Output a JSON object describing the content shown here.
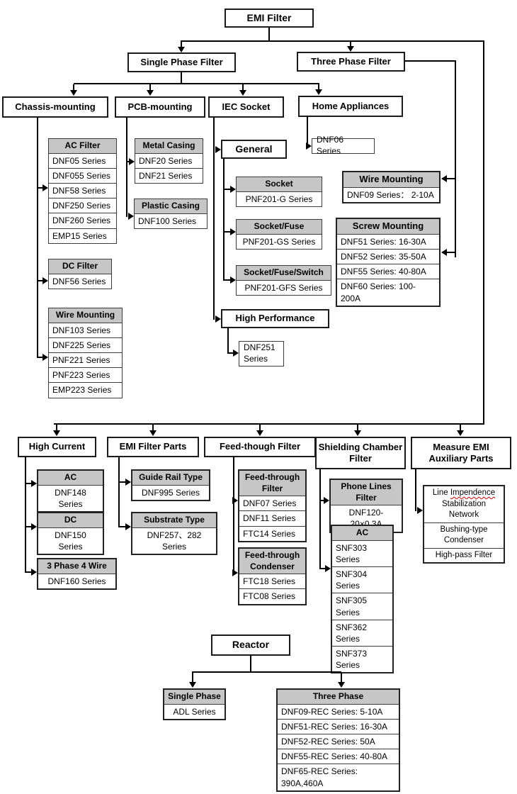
{
  "title": "EMI Filter",
  "level2": {
    "single_phase": "Single Phase Filter",
    "three_phase": "Three Phase Filter"
  },
  "level3": {
    "chassis": "Chassis-mounting",
    "pcb": "PCB-mounting",
    "iec": "IEC Socket",
    "home": "Home Appliances"
  },
  "nodes": {
    "general": "General",
    "high_performance": "High Performance",
    "dnf251": "DNF251 Series",
    "dnf06": "DNF06 Series",
    "reactor": "Reactor"
  },
  "section2": {
    "high_current": "High Current",
    "emi_filter_parts": "EMI Filter Parts",
    "feed_though_filter": "Feed-though Filter",
    "shielding_chamber_filter": "Shielding Chamber Filter",
    "measure_emi_auxiliary_parts": "Measure EMI Auxiliary Parts"
  },
  "tables": {
    "ac_filter": {
      "header": "AC Filter",
      "rows": [
        "DNF05 Series",
        "DNF055 Series",
        "DNF58 Series",
        "DNF250 Series",
        "DNF260 Series",
        "EMP15 Series"
      ]
    },
    "dc_filter": {
      "header": "DC Filter",
      "rows": [
        "DNF56 Series"
      ]
    },
    "wire_mounting_left": {
      "header": "Wire Mounting",
      "rows": [
        "DNF103 Series",
        "DNF225 Series",
        "PNF221 Series",
        "PNF223 Series",
        "EMP223 Series"
      ]
    },
    "metal_casing": {
      "header": "Metal Casing",
      "rows": [
        "DNF20 Series",
        "DNF21 Series"
      ]
    },
    "plastic_casing": {
      "header": "Plastic Casing",
      "rows": [
        "DNF100 Series"
      ]
    },
    "socket": {
      "header": "Socket",
      "rows": [
        "PNF201-G Series"
      ]
    },
    "socket_fuse": {
      "header": "Socket/Fuse",
      "rows": [
        "PNF201-GS Series"
      ]
    },
    "socket_fuse_switch": {
      "header": "Socket/Fuse/Switch",
      "rows": [
        "PNF201-GFS Series"
      ]
    },
    "wire_mounting_right": {
      "header": "Wire Mounting",
      "rows": [
        "DNF09 Series： 2-10A"
      ]
    },
    "screw_mounting": {
      "header": "Screw Mounting",
      "rows": [
        "DNF51 Series: 16-30A",
        "DNF52 Series: 35-50A",
        "DNF55 Series: 40-80A",
        "DNF60 Series: 100-200A"
      ]
    },
    "hc_ac": {
      "header": "AC",
      "rows": [
        "DNF148 Series"
      ]
    },
    "hc_dc": {
      "header": "DC",
      "rows": [
        "DNF150 Series"
      ]
    },
    "hc_3p4w": {
      "header": "3 Phase 4 Wire",
      "rows": [
        "DNF160 Series"
      ]
    },
    "guide_rail": {
      "header": "Guide Rail Type",
      "rows": [
        "DNF995 Series"
      ]
    },
    "substrate": {
      "header": "Substrate Type",
      "rows": [
        "DNF257、282 Series"
      ]
    },
    "ft_filter": {
      "header": "Feed-through Filter",
      "rows": [
        "DNF07 Series",
        "DNF11 Series",
        "FTC14 Series"
      ]
    },
    "ft_condenser": {
      "header": "Feed-through Condenser",
      "rows": [
        "FTC18 Series",
        "FTC08 Series"
      ]
    },
    "phone_lines": {
      "header": "Phone Lines Filter",
      "rows": [
        "DNF120-20×0.3A"
      ]
    },
    "shield_ac": {
      "header": "AC",
      "rows": [
        "SNF303 Series",
        "SNF304 Series",
        "SNF305 Series",
        "SNF362 Series",
        "SNF373 Series"
      ]
    },
    "measure": {
      "rows": [
        {
          "pre": "Line ",
          "typo": "Impendence",
          "post": " Stabilization Network"
        },
        "Bushing-type Condenser",
        "High-pass Filter"
      ]
    },
    "reactor_single_phase": {
      "header": "Single Phase",
      "rows": [
        "ADL Series"
      ]
    },
    "reactor_three_phase": {
      "header": "Three Phase",
      "rows": [
        "DNF09-REC Series: 5-10A",
        "DNF51-REC Series: 16-30A",
        "DNF52-REC Series: 50A",
        "DNF55-REC Series: 40-80A",
        "DNF65-REC Series: 390A,460A"
      ]
    }
  },
  "colors": {
    "header_fill": "#c6c6c6",
    "line": "#000000",
    "typo_underline": "#e00000"
  }
}
